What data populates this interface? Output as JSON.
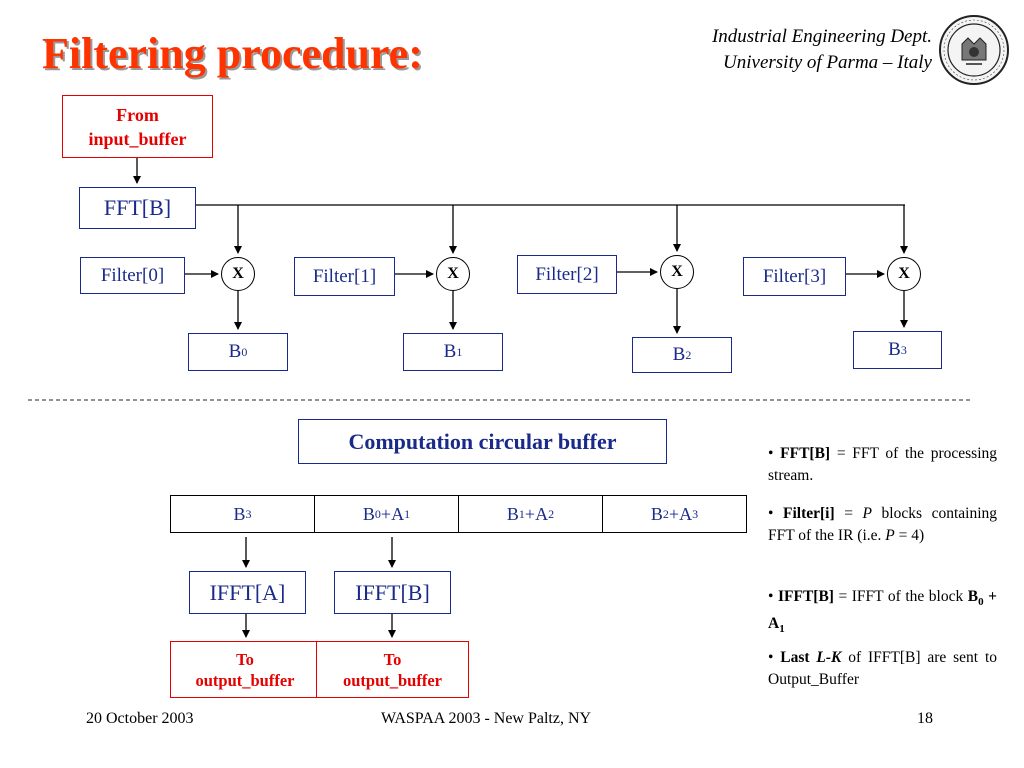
{
  "title": "Filtering procedure:",
  "header": {
    "dept": "Industrial Engineering Dept.",
    "university": "University of Parma – Italy"
  },
  "seal": {
    "icon": "university-seal-icon"
  },
  "diagram": {
    "source": {
      "line1": "From",
      "line2": "input_buffer"
    },
    "fft": "FFT[B]",
    "filters": [
      "Filter[0]",
      "Filter[1]",
      "Filter[2]",
      "Filter[3]"
    ],
    "multiply_symbol": "X",
    "outputs": [
      {
        "base": "B",
        "sub": "0"
      },
      {
        "base": "B",
        "sub": "1"
      },
      {
        "base": "B",
        "sub": "2"
      },
      {
        "base": "B",
        "sub": "3"
      }
    ],
    "buffer_title": "Computation circular buffer",
    "buffer_cells": [
      [
        {
          "t": "B"
        },
        {
          "t": "3",
          "sub": true
        }
      ],
      [
        {
          "t": "B"
        },
        {
          "t": "0",
          "sub": true
        },
        {
          "t": "+A"
        },
        {
          "t": "1",
          "sub": true
        }
      ],
      [
        {
          "t": "B"
        },
        {
          "t": "1",
          "sub": true
        },
        {
          "t": "+A"
        },
        {
          "t": "2",
          "sub": true
        }
      ],
      [
        {
          "t": "B"
        },
        {
          "t": "2",
          "sub": true
        },
        {
          "t": "+A"
        },
        {
          "t": "3",
          "sub": true
        }
      ]
    ],
    "ifft": [
      "IFFT[A]",
      "IFFT[B]"
    ],
    "destinations": [
      {
        "line1": "To",
        "line2": "output_buffer"
      },
      {
        "line1": "To",
        "line2": "output_buffer"
      }
    ]
  },
  "bullets": [
    {
      "bullet": "•",
      "bold": "FFT[B]",
      "rest": " = FFT of the processing stream."
    },
    {
      "bullet": "•",
      "bold": "Filter[i]",
      "eq": " = ",
      "ital": "P",
      "rest": " blocks containing FFT of the IR (i.e. ",
      "ital2": "P",
      "rest2": " = 4)"
    },
    {
      "bullet": "•",
      "bold": "IFFT[B]",
      "rest": " = IFFT of the block ",
      "formula": "B",
      "fsub1": "0",
      "fmid": " + A",
      "fsub2": "1"
    },
    {
      "bullet": "•",
      "bold": "Last ",
      "boldital": "L-K",
      "rest": " of IFFT[B] are sent to Output_Buffer"
    }
  ],
  "footer": {
    "date": "20 October 2003",
    "event": "WASPAA 2003 - New Paltz, NY",
    "page": "18"
  },
  "colors": {
    "title": "#ff3300",
    "box_border": "#1a2a8a",
    "accent_red": "#e60000",
    "text": "#000000"
  }
}
